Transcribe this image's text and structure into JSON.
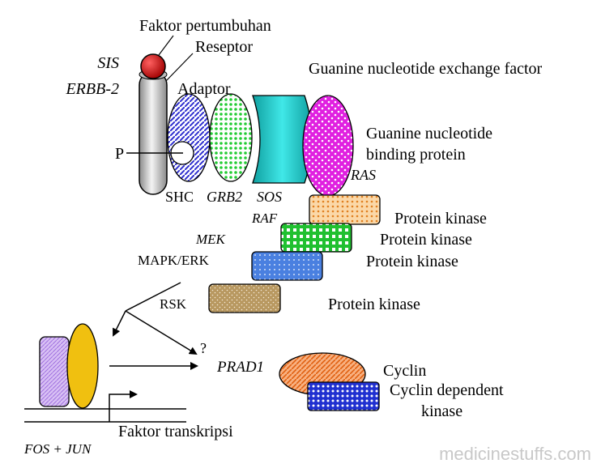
{
  "labels": {
    "growth_factor": "Faktor pertumbuhan",
    "receptor": "Reseptor",
    "sis": "SIS",
    "erbb2": "ERBB-2",
    "adaptor": "Adaptor",
    "gef": "Guanine nucleotide exchange factor",
    "gnbp_line1": "Guanine nucleotide",
    "gnbp_line2": "binding protein",
    "ras": "RAS",
    "p": "P",
    "shc": "SHC",
    "grb2": "GRB2",
    "sos": "SOS",
    "raf": "RAF",
    "protein_kinase_1": "Protein kinase",
    "mek": "MEK",
    "protein_kinase_2": "Protein kinase",
    "mapk_erk": "MAPK/ERK",
    "protein_kinase_3": "Protein kinase",
    "rsk": "RSK",
    "protein_kinase_4": "Protein kinase",
    "question": "?",
    "prad1": "PRAD1",
    "cyclin": "Cyclin",
    "cdk_line1": "Cyclin dependent",
    "cdk_line2": "kinase",
    "transcription_factor": "Faktor transkripsi",
    "fos_jun": "FOS + JUN"
  },
  "watermark": "medicinestuffs.com",
  "colors": {
    "ligand": "#d40000",
    "receptor": "#d0d0d0",
    "shc": "#2f2fcf",
    "grb2": "#22cc33",
    "sos": "#20c8c8",
    "ras": "#e020e0",
    "raf": "#f0a050",
    "mek": "#20c030",
    "mapk": "#4a80e0",
    "rsk": "#b89860",
    "fos": "#b890e8",
    "jun": "#f0c010",
    "cyclin": "#f07a30",
    "cdk": "#2030d0"
  }
}
